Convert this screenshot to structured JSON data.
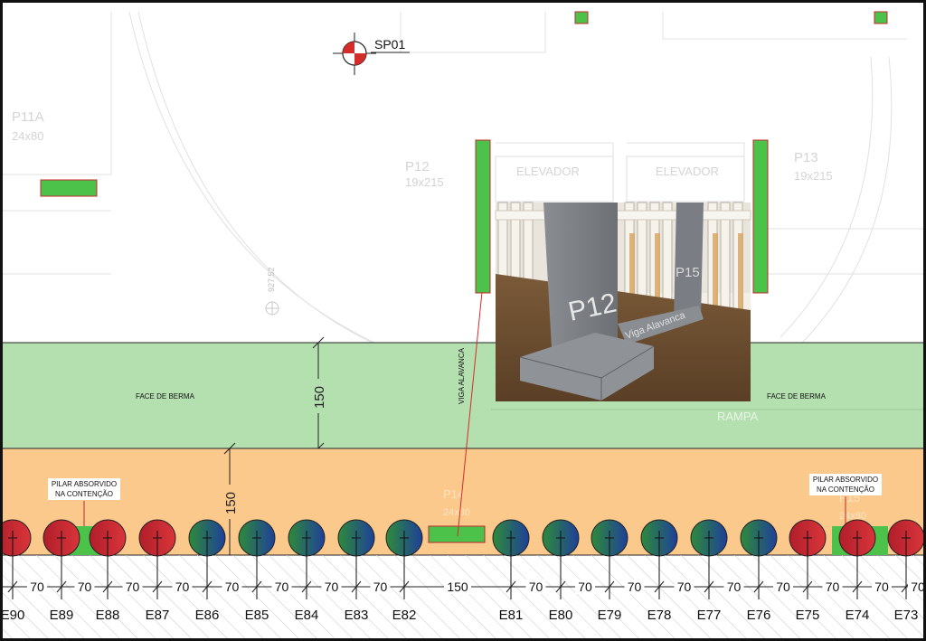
{
  "drawing": {
    "survey_point": "SP01",
    "level_mark": "927.52",
    "columns": [
      {
        "id": "P11A",
        "size": "24x80"
      },
      {
        "id": "P12",
        "size": "19x215"
      },
      {
        "id": "P13",
        "size": "19x215"
      },
      {
        "id": "P14",
        "size": "24x80"
      },
      {
        "id": "P15",
        "size": "24x80"
      }
    ],
    "elevators": [
      "ELEVADOR",
      "ELEVADOR"
    ],
    "berm_labels": [
      "FACE DE BERMA",
      "FACE DE BERMA"
    ],
    "ramp_label": "RAMPA",
    "beam_label": "VIGA ALAVANCA",
    "absorbed_labels": [
      {
        "line1": "PILAR ABSORVIDO",
        "line2": "NA CONTENÇÃO"
      },
      {
        "line1": "PILAR ABSORVIDO",
        "line2": "NA CONTENÇÃO"
      }
    ],
    "berm_dim": "150",
    "wall_dim": "150",
    "spacing": [
      "70",
      "70",
      "70",
      "70",
      "70",
      "70",
      "70",
      "70",
      "150",
      "70",
      "70",
      "70",
      "70",
      "70",
      "70",
      "70",
      "70",
      "70",
      "7"
    ],
    "piles": [
      "E90",
      "E89",
      "E88",
      "E87",
      "E86",
      "E85",
      "E84",
      "E83",
      "E82",
      "E81",
      "E80",
      "E79",
      "E78",
      "E77",
      "E76",
      "E75",
      "E74",
      "E73"
    ],
    "pile_colors": {
      "red": "#c0282d",
      "blue": "#1f4fa0",
      "green": "#2e8b3a"
    },
    "zone_colors": {
      "berm": "#b4e0b0",
      "wall": "#fbc98c",
      "column": "#4cc24a"
    }
  },
  "render_3d": {
    "labels": [
      "P12",
      "P15",
      "Viga Alavanca"
    ]
  }
}
